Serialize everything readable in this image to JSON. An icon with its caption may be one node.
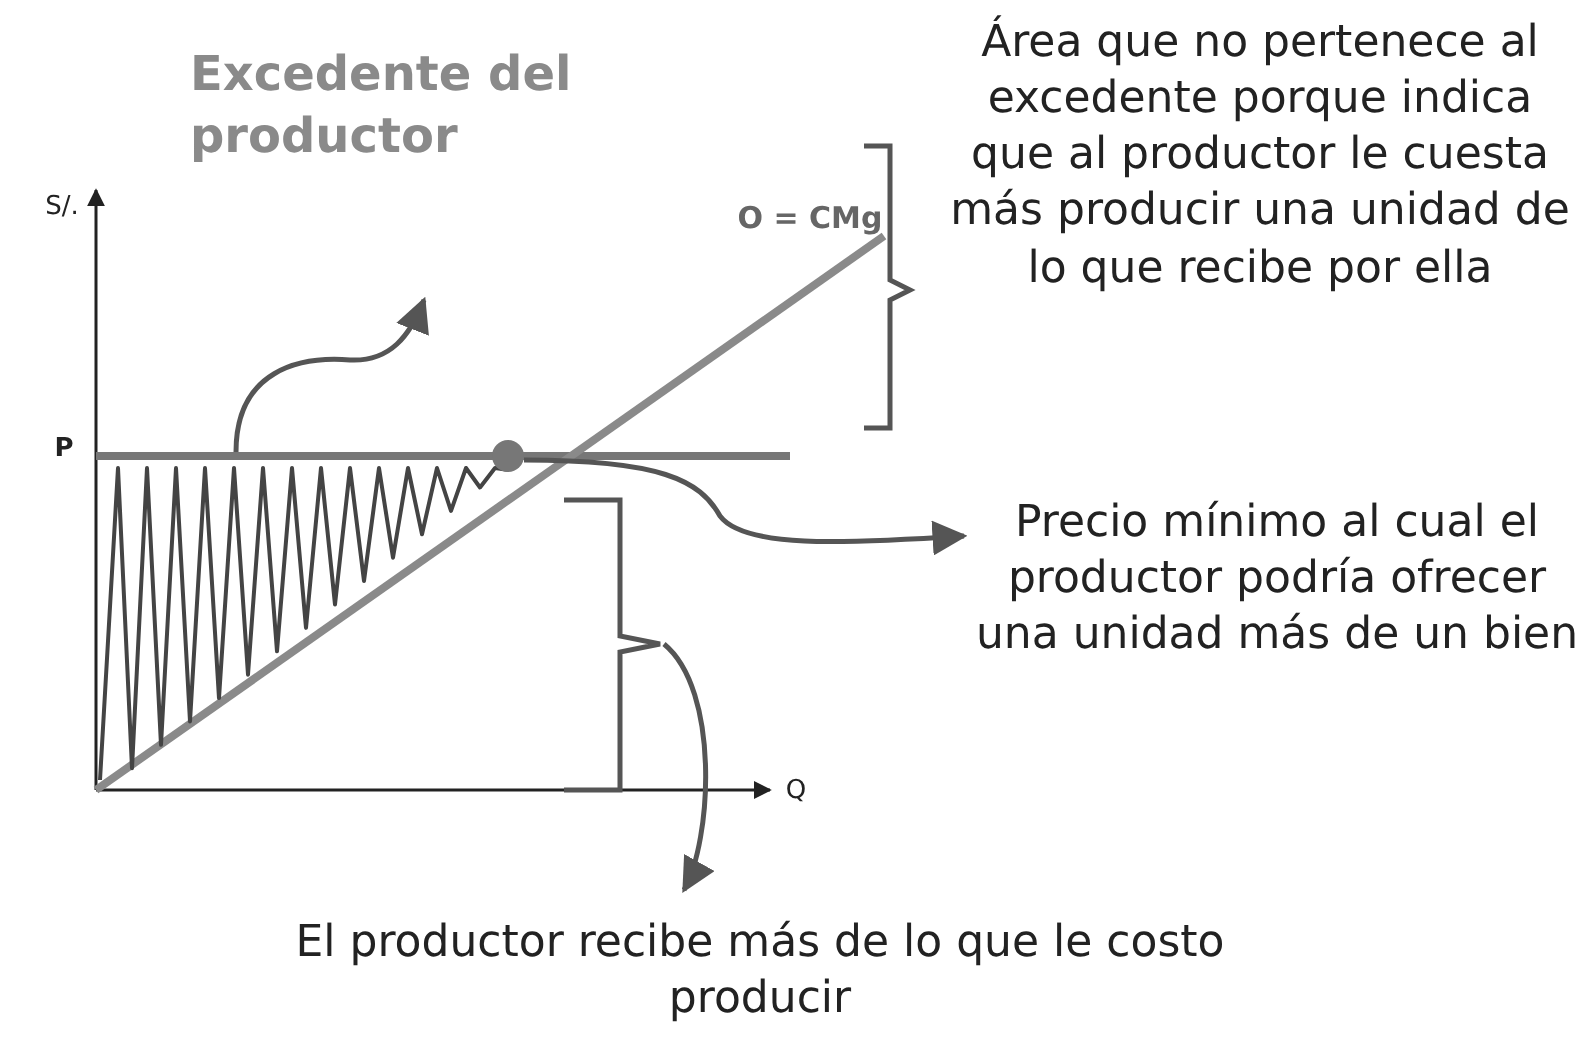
{
  "diagram": {
    "nodes": [
      {
        "text": [
          "Excedente del productor"
        ]
      },
      {
        "text": [],
        "shape": "triangle"
      },
      {
        "text": [],
        "shape": "circle"
      },
      {
        "text": [
          "Precio mínimo al cual el productor podría ofrecer una unidad más de un bien"
        ]
      },
      {
        "text": [],
        "shape": "bracket"
      },
      {
        "text": [
          "El productor recibe más de lo que le costo producir"
        ]
      }
    ],
    "edges": [
      {
        "from": 1,
        "to": 0,
        "arrow": "to"
      },
      {
        "from": 2,
        "to": 3,
        "arrow": "to"
      },
      {
        "from": 4,
        "to": 5,
        "arrow": "to"
      }
    ],
    "labels": [
      "S/.",
      "O = CMg",
      "P",
      "Q",
      "Área que no pertenece al excedente porque indica que al productor le cuesta más producir una unidad de lo que recibe por ella"
    ]
  }
}
